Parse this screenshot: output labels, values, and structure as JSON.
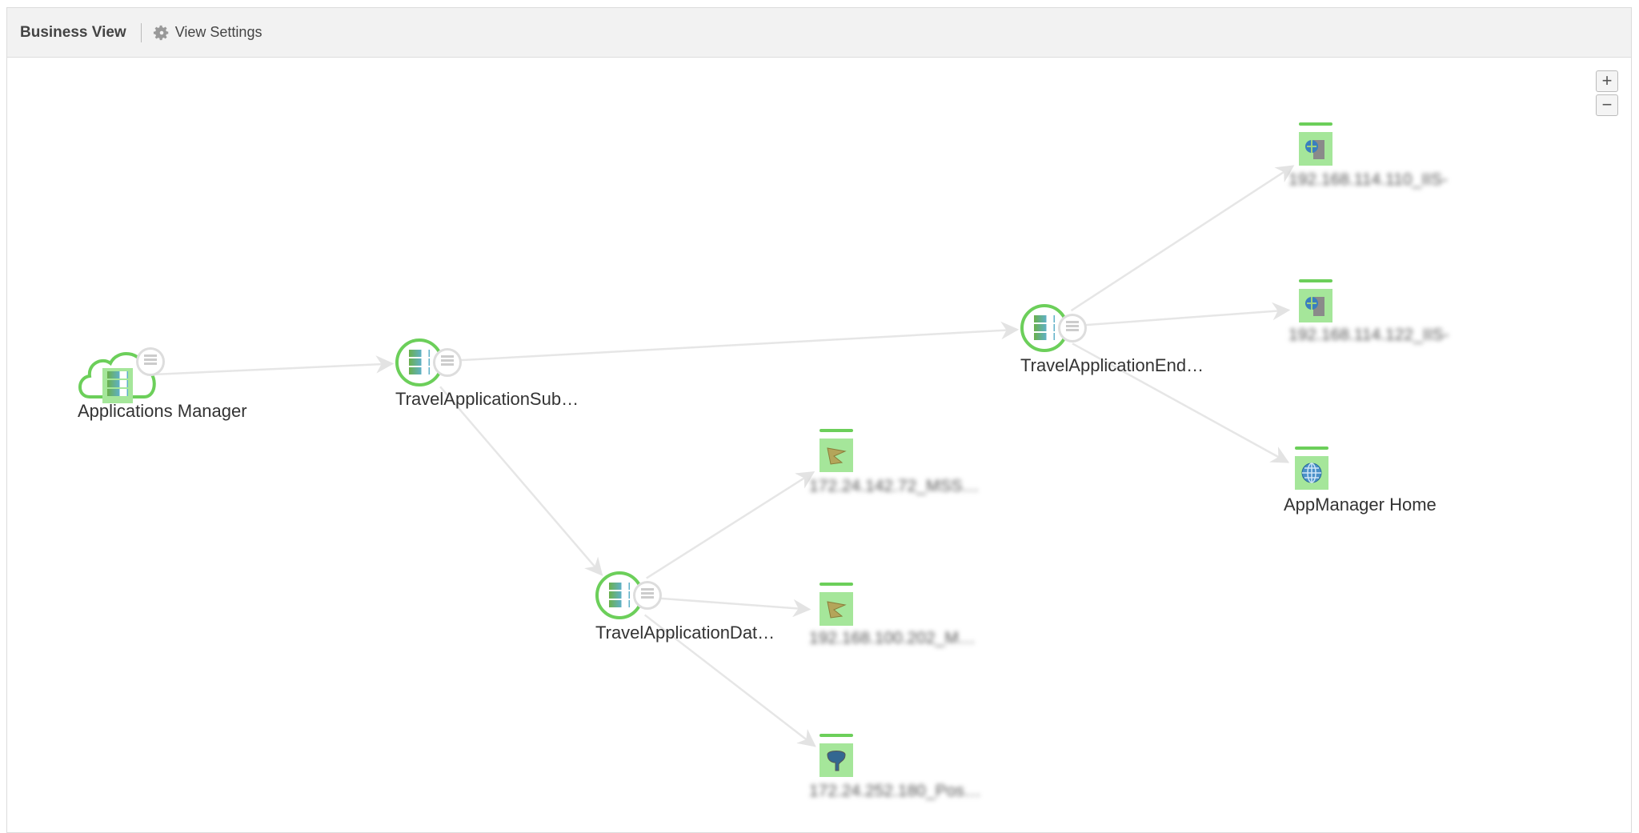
{
  "header": {
    "title": "Business View",
    "settings_label": "View Settings"
  },
  "zoom": {
    "in": "+",
    "out": "−"
  },
  "colors": {
    "status_ok": "#6ccf5a",
    "tile": "#a5e69a",
    "edge": "#e6e6e6"
  },
  "nodes": [
    {
      "id": "am",
      "label": "Applications Manager",
      "type": "monitor-group",
      "icon": "cloud-server-icon"
    },
    {
      "id": "sub",
      "label": "TravelApplicationSub…",
      "type": "sub-group",
      "icon": "server-stack-icon"
    },
    {
      "id": "dat",
      "label": "TravelApplicationDat…",
      "type": "sub-group",
      "icon": "server-stack-icon"
    },
    {
      "id": "end",
      "label": "TravelApplicationEnd…",
      "type": "sub-group",
      "icon": "server-stack-icon"
    },
    {
      "id": "mss1",
      "label": "172.24.142.72_MSS…",
      "type": "monitor",
      "icon": "mssql-icon",
      "blurred": true
    },
    {
      "id": "mss2",
      "label": "192.168.100.202_M…",
      "type": "monitor",
      "icon": "mssql-icon",
      "blurred": true
    },
    {
      "id": "pos",
      "label": "172.24.252.180_Pos…",
      "type": "monitor",
      "icon": "postgres-icon",
      "blurred": true
    },
    {
      "id": "iis1",
      "label": "192.168.114.110_IIS-",
      "type": "monitor",
      "icon": "iis-server-icon",
      "blurred": true
    },
    {
      "id": "iis2",
      "label": "192.168.114.122_IIS-",
      "type": "monitor",
      "icon": "iis-server-icon",
      "blurred": true
    },
    {
      "id": "home",
      "label": "AppManager Home",
      "type": "monitor",
      "icon": "globe-icon"
    }
  ],
  "edges": [
    [
      "am",
      "sub"
    ],
    [
      "sub",
      "end"
    ],
    [
      "sub",
      "dat"
    ],
    [
      "dat",
      "mss1"
    ],
    [
      "dat",
      "mss2"
    ],
    [
      "dat",
      "pos"
    ],
    [
      "end",
      "iis1"
    ],
    [
      "end",
      "iis2"
    ],
    [
      "end",
      "home"
    ]
  ]
}
